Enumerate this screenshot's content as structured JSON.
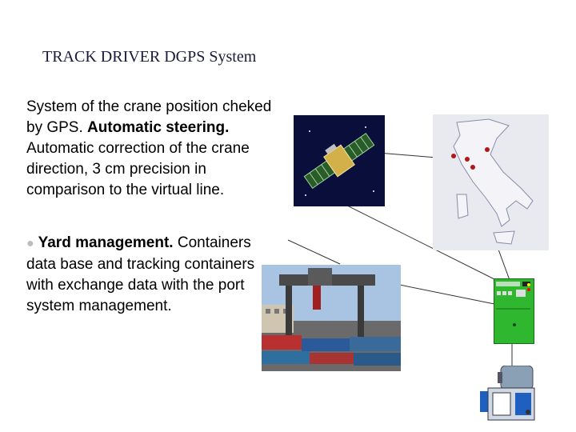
{
  "slide": {
    "title": "TRACK DRIVER DGPS System",
    "para1": {
      "part1": "System of the crane position cheked by GPS. ",
      "bold1": "Automatic steering.",
      "part2": " Automatic correction of the crane direction, 3 cm precision in comparison to the virtual line."
    },
    "para2": {
      "bullet": "●",
      "bold": " Yard management.",
      "text": " Containers data base and tracking containers with exchange data with the port system management."
    }
  },
  "colors": {
    "title": "#1a1a3a",
    "bullet": "#bdbdbd",
    "map_sea": "#e8eaf0",
    "map_land": "#f4f4f8",
    "controller_green": "#2fb82f",
    "motor_blue": "#1f5fbf"
  },
  "images": {
    "satellite": "satellite-illustration",
    "map": "italy-map",
    "crane": "container-crane-photo",
    "controller": "control-box",
    "motor": "motor-drive"
  }
}
